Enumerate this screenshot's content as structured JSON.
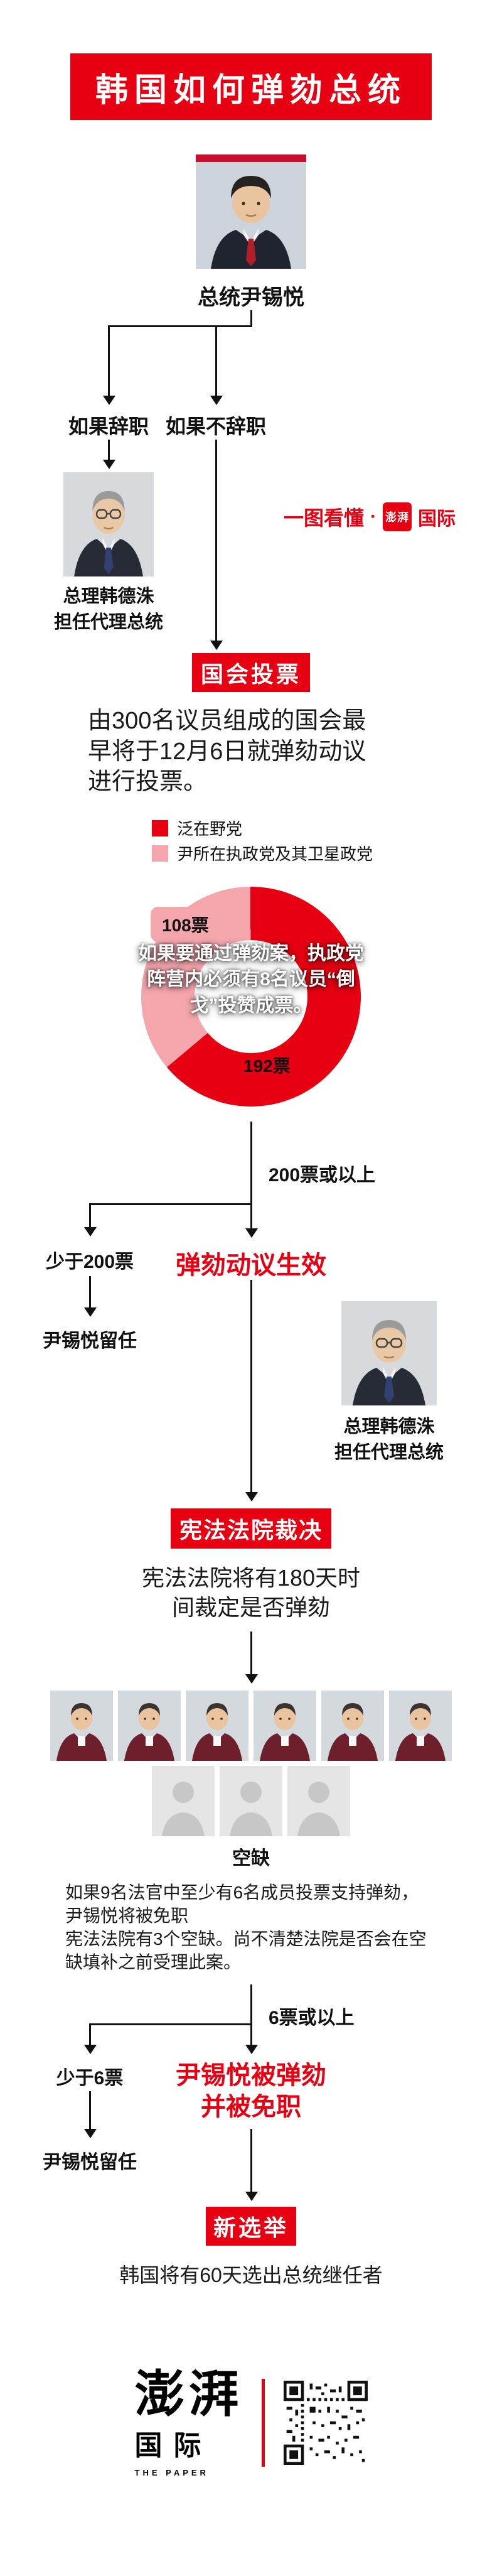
{
  "colors": {
    "red": "#e60012",
    "pink": "#f5a6ad",
    "ink": "#111111"
  },
  "header": {
    "title": "韩国如何弹劾总统"
  },
  "tagline": {
    "prefix": "一图看懂",
    "dot": "·",
    "seal": "澎湃",
    "suffix": "国际"
  },
  "flow": {
    "president_caption": "总统尹锡悦",
    "if_resign": "如果辞职",
    "if_not_resign": "如果不辞职",
    "acting_pm_caption_1": "总理韩德洙\n担任代理总统",
    "vote_box_label": "国会投票",
    "vote_description": "由300名议员组成的国会最\n早将于12月6日就弹劾动议\n进行投票。",
    "legend_opposition": "泛在野党",
    "legend_ruling": "尹所在执政党及其卫星政党",
    "donut_pink_label": "108票",
    "donut_red_label": "192票",
    "donut_note": "如果要通过弹劾案，执政党\n阵营内必须有8名议员“倒\n戈”投赞成票。",
    "pass_200": "200票或以上",
    "under_200": "少于200票",
    "motion_effective": "弹劾动议生效",
    "yoon_stays_1": "尹锡悦留任",
    "acting_pm_caption_2": "总理韩德洙\n担任代理总统",
    "court_box_label": "宪法法院裁决",
    "court_description": "宪法法院将有180天时\n间裁定是否弹劾",
    "vacancy_label": "空缺",
    "court_note": "如果9名法官中至少有6名成员投票支持弹劾，\n尹锡悦将被免职\n宪法法院有3个空缺。尚不清楚法院是否会在空\n缺填补之前受理此案。",
    "pass_6": "6票或以上",
    "under_6": "少于6票",
    "impeached": "尹锡悦被弹劾\n并被免职",
    "yoon_stays_2": "尹锡悦留任",
    "election_box_label": "新选举",
    "election_description": "韩国将有60天选出总统继任者"
  },
  "footer": {
    "logo_main": "澎湃",
    "logo_sub": "国际",
    "logo_en": "THE PAPER"
  },
  "chart_data": {
    "type": "pie",
    "donut": true,
    "title": "",
    "categories": [
      "泛在野党",
      "尹所在执政党及其卫星政党"
    ],
    "values": [
      192,
      108
    ],
    "labels": [
      "192票",
      "108票"
    ],
    "colors": [
      "#e60012",
      "#f5a6ad"
    ],
    "total": 300,
    "legend_position": "above",
    "annotation": "如果要通过弹劾案，执政党阵营内必须有8名议员“倒戈”投赞成票。"
  }
}
